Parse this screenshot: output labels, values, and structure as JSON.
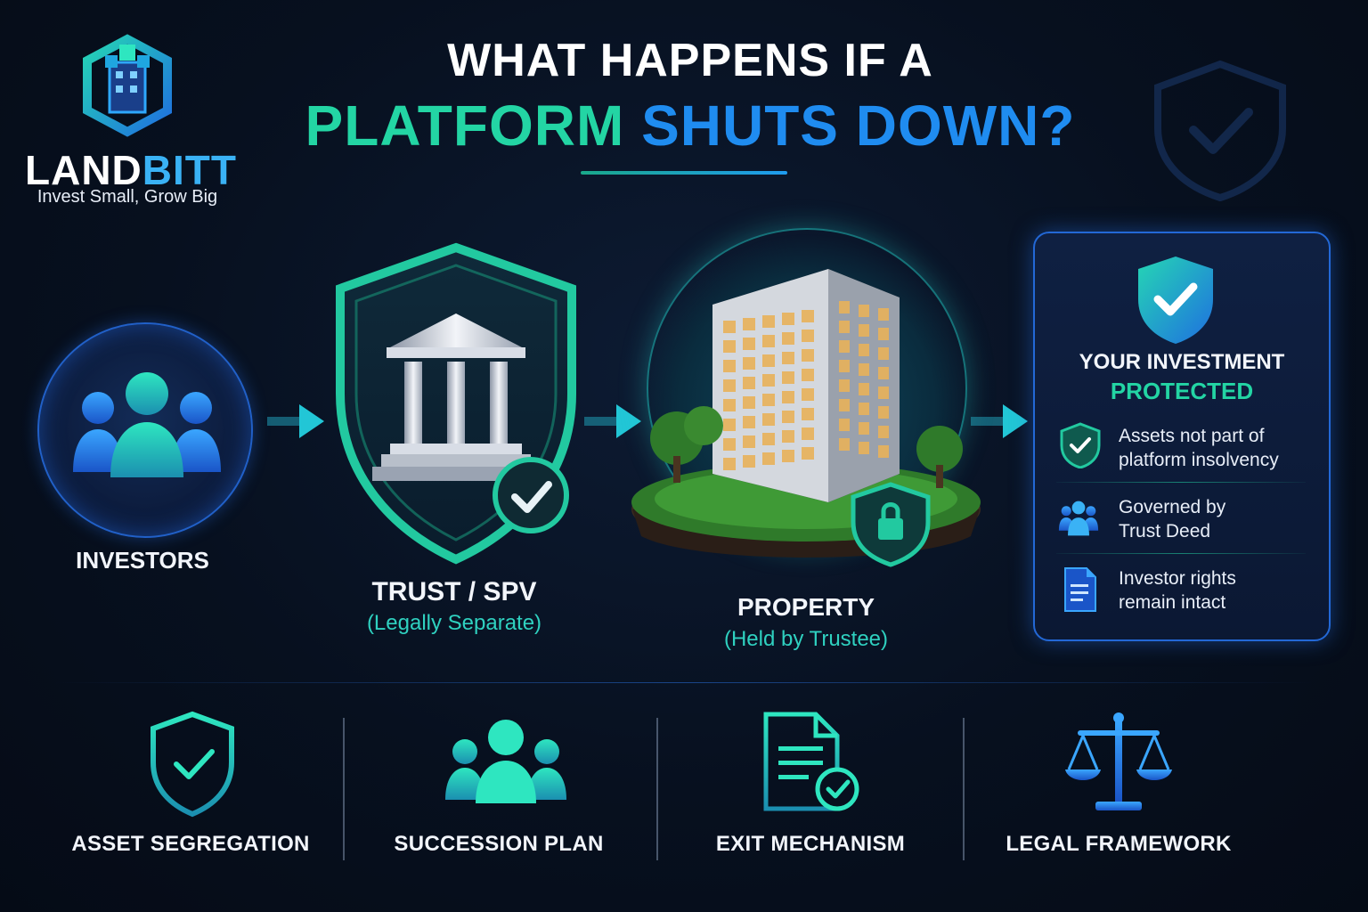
{
  "brand": {
    "name_part1": "LAND",
    "name_part2": "BITT",
    "tagline": "Invest Small, Grow Big"
  },
  "title": {
    "line1": "WHAT HAPPENS IF A",
    "line2_green": "PLATFORM",
    "line2_blue": "SHUTS DOWN?"
  },
  "flow": {
    "investors": {
      "label": "INVESTORS"
    },
    "trust": {
      "label": "TRUST / SPV",
      "sublabel": "(Legally Separate)"
    },
    "property": {
      "label": "PROPERTY",
      "sublabel": "(Held by Trustee)"
    }
  },
  "protection_card": {
    "heading1": "YOUR INVESTMENT",
    "heading2": "PROTECTED",
    "features": [
      {
        "icon": "shield-check-icon",
        "line1": "Assets not part of",
        "line2": "platform insolvency"
      },
      {
        "icon": "people-icon",
        "line1": "Governed by",
        "line2": "Trust Deed"
      },
      {
        "icon": "document-icon",
        "line1": "Investor rights",
        "line2": "remain intact"
      }
    ]
  },
  "pillars": [
    {
      "icon": "shield-check-icon",
      "label": "ASSET SEGREGATION"
    },
    {
      "icon": "people-icon",
      "label": "SUCCESSION PLAN"
    },
    {
      "icon": "document-check-icon",
      "label": "EXIT MECHANISM"
    },
    {
      "icon": "scales-icon",
      "label": "LEGAL FRAMEWORK"
    }
  ],
  "colors": {
    "accent_green": "#23d5a4",
    "accent_blue": "#1f8cf0",
    "teal_text": "#2fd1c0",
    "background": "#07101f"
  }
}
